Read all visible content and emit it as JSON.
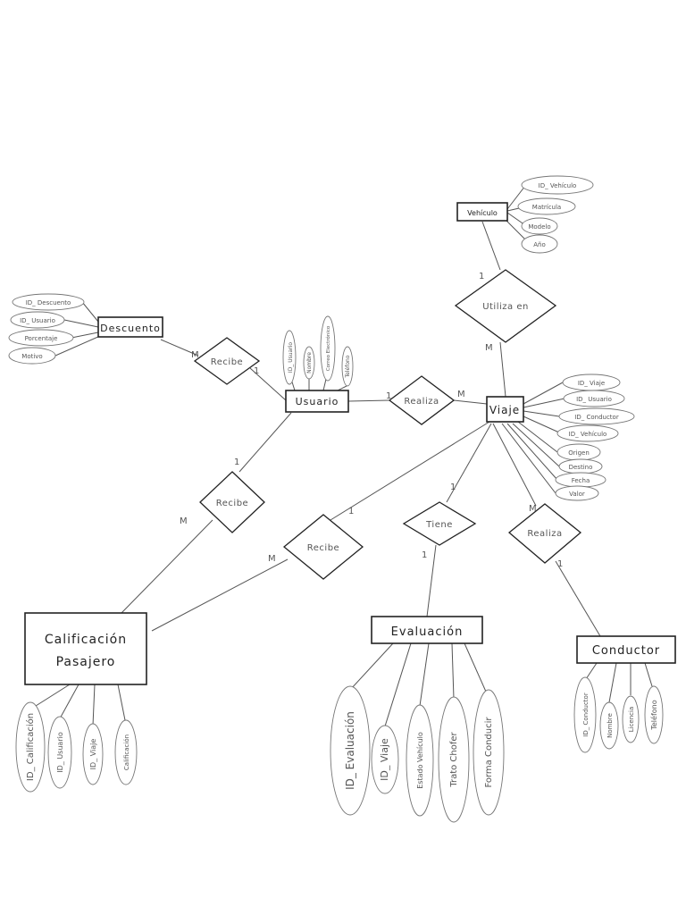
{
  "entities": {
    "descuento": {
      "label": "Descuento",
      "attributes": [
        "ID_ Descuento",
        "ID_ Usuario",
        "Porcentaje",
        "Motivo"
      ]
    },
    "usuario": {
      "label": "Usuario",
      "attributes": [
        "ID_ Usuario",
        "Nombre",
        "Correo Electrónico",
        "Teléfono"
      ]
    },
    "vehiculo": {
      "label": "Vehículo",
      "attributes": [
        "ID_ Vehículo",
        "Matrícula",
        "Modelo",
        "Año"
      ]
    },
    "viaje": {
      "label": "Viaje",
      "attributes": [
        "ID_ Viaje",
        "ID_ Usuario",
        "ID_ Conductor",
        "ID_ Vehículo",
        "Origen",
        "Destino",
        "Fecha",
        "Valor"
      ]
    },
    "calificacion": {
      "label_line1": "Calificación",
      "label_line2": "Pasajero",
      "attributes": [
        "ID_ Calificación",
        "ID_ Usuario",
        "ID_ Viaje",
        "Calificación"
      ]
    },
    "evaluacion": {
      "label": "Evaluación",
      "attributes": [
        "ID_ Evaluación",
        "ID_ Viaje",
        "Estado Vehículo",
        "Trato Chofer",
        "Forma Conducir"
      ]
    },
    "conductor": {
      "label": "Conductor",
      "attributes": [
        "ID_ Conductor",
        "Nombre",
        "Licencia",
        "Teléfono"
      ]
    }
  },
  "relationships": {
    "recibe_descuento": {
      "label": "Recibe",
      "card_a": "M",
      "card_b": "1"
    },
    "realiza_viaje": {
      "label": "Realiza",
      "card_a": "1",
      "card_b": "M"
    },
    "utiliza_en": {
      "label": "Utiliza en",
      "card_a": "1",
      "card_b": "M"
    },
    "recibe_calificacion": {
      "label": "Recibe",
      "card_a": "1",
      "card_b": "M"
    },
    "recibe_viaje_calificacion": {
      "label": "Recibe",
      "card_a": "1",
      "card_b": "M"
    },
    "tiene": {
      "label": "Tiene",
      "card_a": "1",
      "card_b": "1"
    },
    "realiza_conductor": {
      "label": "Realiza",
      "card_a": "M",
      "card_b": "1"
    }
  }
}
